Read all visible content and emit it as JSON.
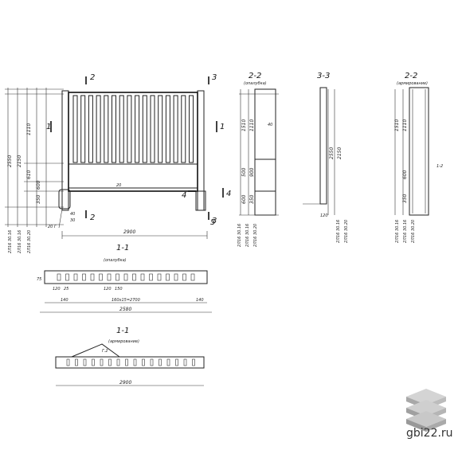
{
  "views": {
    "front": {
      "section_marks": [
        "2",
        "2",
        "3",
        "3",
        "1",
        "1",
        "4",
        "4",
        "5"
      ],
      "dims_left": [
        "2550",
        "2150",
        "1110",
        "610",
        "600",
        "350"
      ],
      "dims_left_labels": [
        "2Л16 30.16",
        "2Л16 30.16",
        "2Л16 30.20"
      ],
      "dim_bottom": "2900",
      "label_20": "20",
      "label_mark": "20 Г",
      "label_40": "40",
      "label_30": "30"
    },
    "section_22_formwork": {
      "title": "2-2",
      "subtitle": "(опалубка)",
      "dims": [
        "1510",
        "1110",
        "40",
        "900",
        "500",
        "350",
        "600"
      ],
      "bottom_labels": [
        "2Л16 30.16",
        "2Л16 30.16",
        "2Л16 30.20"
      ]
    },
    "section_33": {
      "title": "3-3",
      "dims": [
        "2550",
        "2150"
      ],
      "bottom_labels": [
        "2Л16 30.16",
        "2Л16 30.20"
      ],
      "label": "120"
    },
    "section_22_rebar": {
      "title": "2-2",
      "subtitle": "(армирование)",
      "dims": [
        "1510",
        "1110",
        "600",
        "350"
      ],
      "bottom_labels": [
        "2Л16 30.16",
        "2Л16 30.16",
        "2Л16 30.20"
      ],
      "mark": "1-2"
    },
    "section_11_formwork": {
      "title": "1-1",
      "subtitle": "(опалубка)",
      "dim_mid": "160х15=2700",
      "dim_total": "2580",
      "labels": [
        "140",
        "140",
        "120",
        "25",
        "75",
        "120",
        "150"
      ]
    },
    "section_11_rebar": {
      "title": "1-1",
      "subtitle": "(армирование)",
      "mark": "Г.2",
      "dim_total": "2900"
    }
  },
  "watermark": {
    "text": "gbi22.ru",
    "icon": "layers-icon"
  }
}
